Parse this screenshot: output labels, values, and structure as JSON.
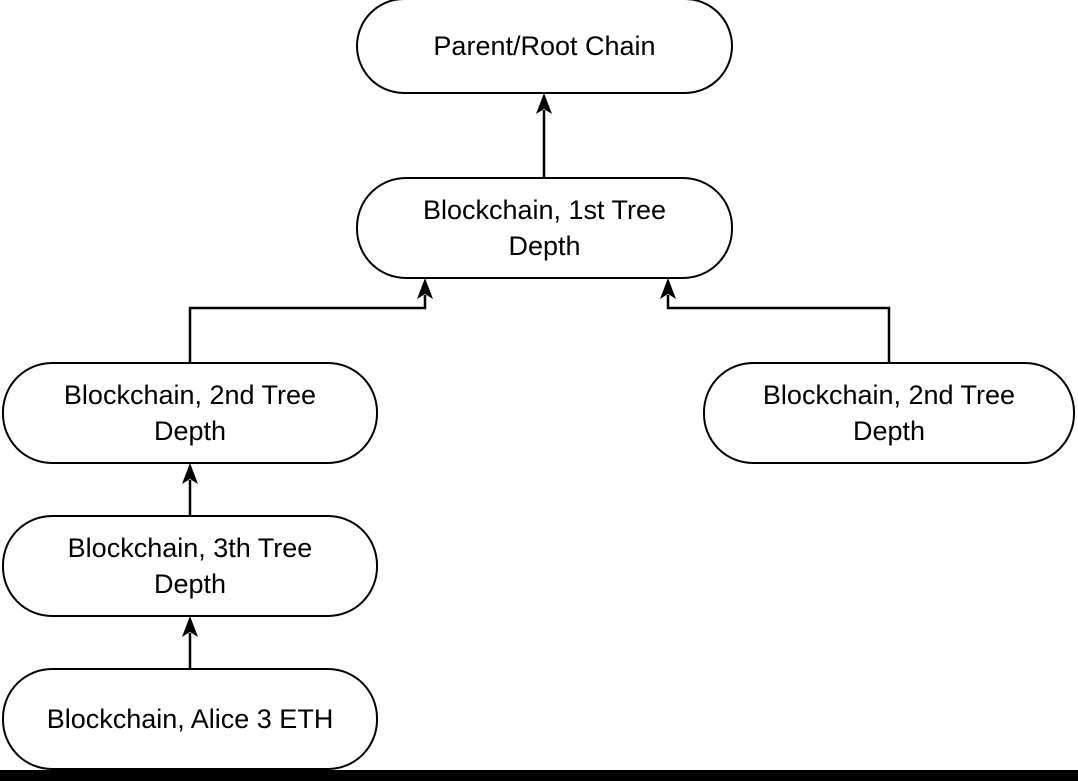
{
  "diagram": {
    "nodes": {
      "root": {
        "label": "Parent/Root Chain"
      },
      "depth1": {
        "label": "Blockchain, 1st Tree Depth"
      },
      "depth2_left": {
        "label": "Blockchain, 2nd Tree Depth"
      },
      "depth2_right": {
        "label": "Blockchain, 2nd Tree Depth"
      },
      "depth3": {
        "label": "Blockchain, 3th Tree Depth"
      },
      "leaf": {
        "label": "Blockchain, Alice 3 ETH"
      }
    },
    "edges": [
      {
        "from": "depth1",
        "to": "root"
      },
      {
        "from": "depth2_left",
        "to": "depth1"
      },
      {
        "from": "depth2_right",
        "to": "depth1"
      },
      {
        "from": "depth3",
        "to": "depth2_left"
      },
      {
        "from": "leaf",
        "to": "depth3"
      }
    ]
  }
}
